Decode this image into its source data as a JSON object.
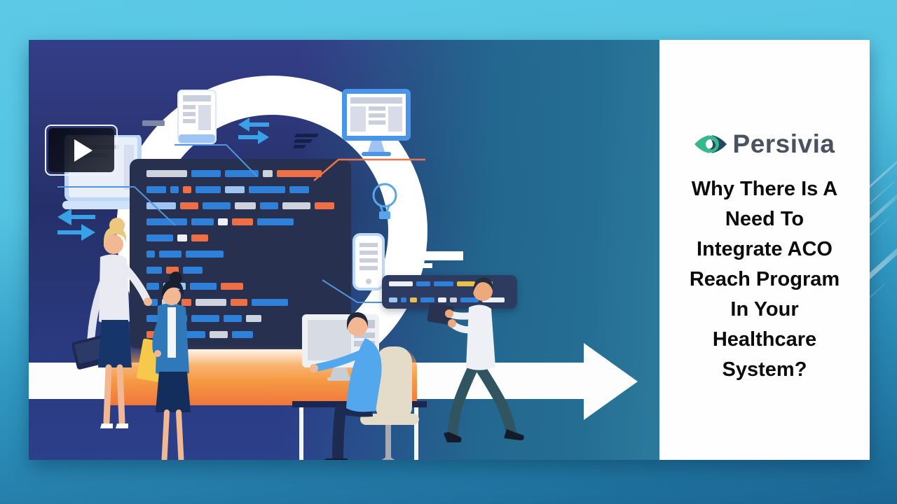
{
  "window": {
    "bg_top": "#5ccae7",
    "bg_bottom": "#1a6492"
  },
  "brand": {
    "name": "Persivia",
    "text_color": "#49525e",
    "icon_green": "#35b98b",
    "icon_navy": "#1f4a61"
  },
  "title": {
    "text": "Why There Is A Need To Integrate ACO Reach Program In Your Healthcare System?",
    "lines": [
      "Why There Is A",
      "Need To",
      "Integrate ACO",
      "Reach Program",
      "In Your",
      "Healthcare",
      "System?"
    ],
    "color": "#0b0b0b"
  },
  "player": {
    "action": "play"
  },
  "illustration": {
    "accent_orange": "#ee6f45",
    "accent_blue": "#2f80d9",
    "ring_color": "#ffffff",
    "panel_bg": "#27314f",
    "floor_orange": "#f0763c",
    "palette": {
      "g": "#cdd2dc",
      "b": "#2f80d9",
      "lb": "#9fc6f2",
      "o": "#ee6f45",
      "w": "#eef0f5",
      "y": "#e9c04e"
    },
    "code_rows": [
      [
        [
          "g",
          58
        ],
        [
          "b",
          42
        ],
        [
          "b",
          48
        ],
        [
          "g",
          14
        ],
        [
          "o",
          64
        ]
      ],
      [
        [
          "b",
          28
        ],
        [
          "b",
          12
        ],
        [
          "o",
          12
        ],
        [
          "b",
          36
        ],
        [
          "lb",
          28
        ],
        [
          "b",
          52
        ],
        [
          "b",
          28
        ]
      ],
      [
        [
          "lb",
          42
        ],
        [
          "o",
          26
        ],
        [
          "b",
          40
        ],
        [
          "g",
          30
        ],
        [
          "b",
          26
        ],
        [
          "g",
          40
        ],
        [
          "o",
          28
        ]
      ],
      [
        [
          "b",
          58
        ],
        [
          "b",
          32
        ],
        [
          "w",
          14
        ],
        [
          "o",
          30
        ],
        [
          "b",
          52
        ]
      ],
      [
        [
          "b",
          38
        ],
        [
          "w",
          14
        ],
        [
          "o",
          24
        ]
      ],
      [
        [
          "b",
          12
        ],
        [
          "b",
          32
        ],
        [
          "b",
          54
        ]
      ],
      [
        [
          "b",
          22
        ],
        [
          "o",
          18
        ],
        [
          "b",
          28
        ]
      ],
      [
        [
          "b",
          18
        ],
        [
          "lb",
          32
        ],
        [
          "b",
          38
        ],
        [
          "o",
          32
        ]
      ],
      [
        [
          "b",
          16
        ],
        [
          "g",
          22
        ],
        [
          "o",
          14
        ],
        [
          "g",
          44
        ],
        [
          "o",
          24
        ],
        [
          "b",
          52
        ]
      ],
      [
        [
          "b",
          24
        ],
        [
          "b",
          28
        ],
        [
          "b",
          40
        ],
        [
          "b",
          26
        ],
        [
          "g",
          22
        ]
      ],
      [
        [
          "o",
          14
        ],
        [
          "o",
          26
        ],
        [
          "b",
          32
        ],
        [
          "g",
          26
        ],
        [
          "b",
          30
        ]
      ]
    ],
    "bar_rows": [
      [
        [
          "w",
          34
        ],
        [
          "b",
          20
        ],
        [
          "b",
          28
        ],
        [
          "y",
          26
        ],
        [
          "lb",
          20
        ]
      ],
      [
        [
          "lb",
          12
        ],
        [
          "b",
          8
        ],
        [
          "y",
          10
        ],
        [
          "b",
          20
        ],
        [
          "w",
          12
        ],
        [
          "g",
          10
        ],
        [
          "b",
          26
        ],
        [
          "w",
          32
        ]
      ]
    ]
  }
}
